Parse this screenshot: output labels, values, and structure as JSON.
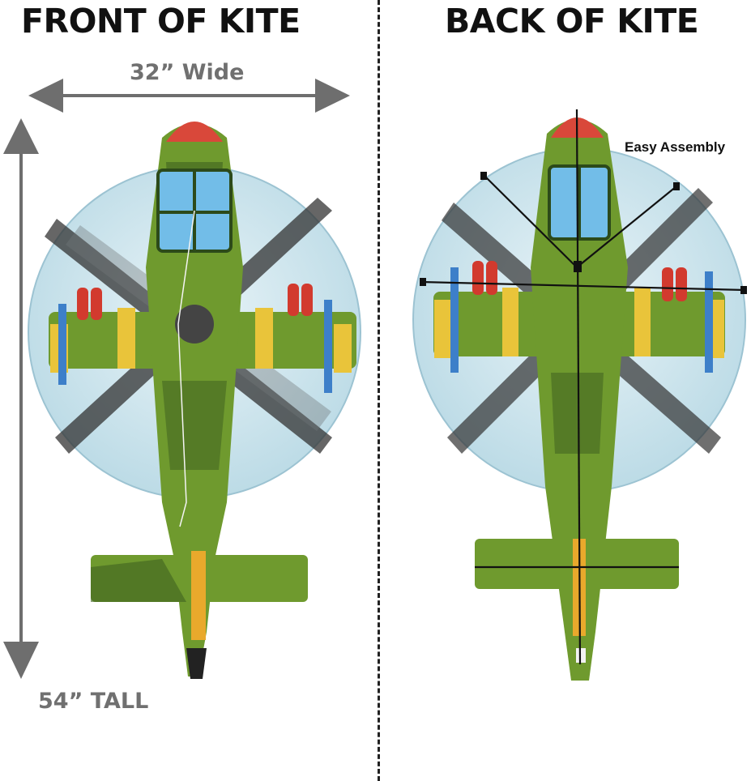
{
  "headings": {
    "front": "FRONT OF KITE",
    "back": "BACK OF KITE"
  },
  "dimensions": {
    "width_label": "32” Wide",
    "height_label": "54” TALL"
  },
  "annotations": {
    "easy_assembly": "Easy Assembly"
  },
  "colors": {
    "arrow_gray": "#6e6e6e",
    "body_green": "#6f9a2e",
    "camo_dark": "#3f6220",
    "disc_blue": "#cfe6ee",
    "nose_red": "#d9483a"
  }
}
